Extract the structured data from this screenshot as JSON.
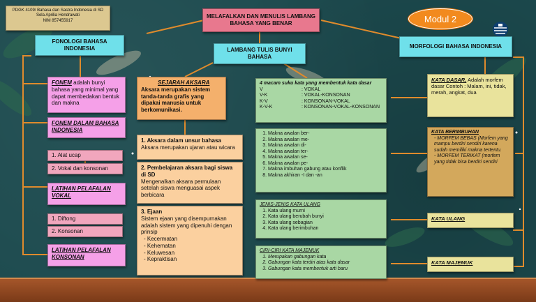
{
  "header": {
    "lines": [
      "PDGK 4109/ Bahasa dan Sastra Indonesia di SD",
      "Sela Aprilia Hendrawati",
      "NIM 857455917"
    ]
  },
  "modul_label": "Modul 2",
  "title": "MELAFALKAN DAN MENULIS LAMBANG BAHASA YANG BENAR",
  "fonologi": "FONOLOGI BAHASA INDONESIA",
  "lambang": "LAMBANG TULIS BUNYI BAHASA",
  "morfologi": "MORFOLOGI BAHASA INDONESIA",
  "fonem_def": {
    "term": "FONEM",
    "text": " adalah bunyi bahasa yang minimal yang dapat membedakan bentuk dan makna"
  },
  "fonem_dalam": "FONEM DALAM BAHASA INDONESIA",
  "alat_ucap": "1.   Alat ucap",
  "vokal_konsonan": "2. Vokal dan konsonan",
  "latihan_vokal": "LATIHAN PELAFALAN VOKAL",
  "diftong": "1.  Diftong",
  "konsonan": "2. Konsonan",
  "latihan_konsonan": "LATIHAN PELAFALAN KONSONAN",
  "sejarah": {
    "title": "SEJARAH AKSARA",
    "text": "Aksara merupakan sistem tanda-tanda grafis yang dipakai manusia untuk berkomunikasi."
  },
  "aksara1": {
    "title": "1.   Aksara dalam unsur bahasa",
    "text": "Aksara merupakan ujaran atau wicara"
  },
  "aksara2": {
    "title": "2. Pembelajaran aksara bagi siswa di SD",
    "text": "Mengenalkan aksara permulaan setelah siswa menguasai aspek berbicara"
  },
  "aksara3": {
    "title": "3. Ejaan",
    "text": "Sistem ejaan yang disempurnakan adalah sistem yang dipenuhi dengan prinsip",
    "items": [
      "Kecermatan",
      "Kehematan",
      "Keluwesan",
      "Kepraktisan"
    ]
  },
  "suku_kata": {
    "title": "4 macam suku kata yang membentuk kata dasar",
    "rows": [
      [
        "V",
        ": VOKAL"
      ],
      [
        "V-K",
        ": VOKAL-KONSONAN"
      ],
      [
        "K-V",
        ": KONSONAN-VOKAL"
      ],
      [
        "K-V-K",
        ": KONSONAN-VOKAL-KONSONAN"
      ]
    ]
  },
  "makna": {
    "items": [
      "Makna awalan ber-",
      "Makna awalan me-",
      "Makna awalan di-",
      "Makna awalan ter-",
      "Makna awalan se-",
      "Makna awalan pe-",
      "Makna imbuhan gabung atau konflik",
      "Makna akhiran -I dan -an"
    ]
  },
  "ulang": {
    "title": "JENIS-JENIS KATA ULANG",
    "items": [
      "Kata ulang murni",
      "Kata ulang berubah bunyi",
      "Kata ulang sebagian",
      "Kata ulang berimbuhan"
    ]
  },
  "majemuk_ciri": {
    "title": "CIRI-CIRI KATA MAJEMUK",
    "items": [
      "Merupakan gabungan kata",
      "Gabungan kata terdiri atas kata dasar",
      "Gabungan kata membentuk arti baru"
    ]
  },
  "kata_dasar": {
    "term": "KATA DASAR,",
    "text": " Adalah morfem dasar Contoh : Malam, ini, tidak, merah, angkat, dua"
  },
  "kata_berimbuhan": {
    "title": "KATA BERIMBUHAN",
    "items": [
      "MORFEM BEBAS (Morfem yang mampu berdiri sendiri karena sudah memiliki makna tertentu.",
      "MORFEM TERIKAT (morfem yang tidak bisa berdiri sendiri"
    ]
  },
  "kata_ulang": "KATA ULANG",
  "kata_majemuk": "KATA MAJEMUK"
}
